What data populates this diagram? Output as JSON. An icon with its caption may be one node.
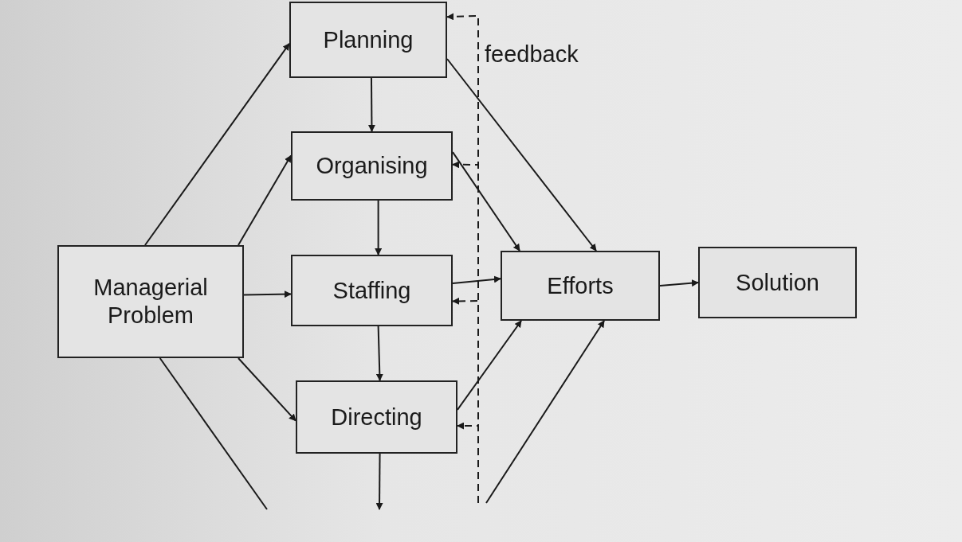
{
  "diagram": {
    "nodes": [
      {
        "text": [
          "Planning"
        ]
      },
      {
        "text": [
          "Organising"
        ]
      },
      {
        "text": [
          "Managerial Problem"
        ]
      },
      {
        "text": [
          "Staffing"
        ]
      },
      {
        "text": [
          "Efforts"
        ]
      },
      {
        "text": [
          "Solution"
        ]
      },
      {
        "text": [
          "Directing"
        ]
      }
    ],
    "edges": [
      {
        "from": 2,
        "to": 0,
        "arrow": "to"
      },
      {
        "from": 2,
        "to": 1,
        "arrow": "to"
      },
      {
        "from": 2,
        "to": 3,
        "arrow": "to"
      },
      {
        "from": 2,
        "to": 6,
        "arrow": "to"
      },
      {
        "from": 2,
        "to": null,
        "arrow": "none"
      },
      {
        "from": 0,
        "to": 1,
        "arrow": "to"
      },
      {
        "from": 1,
        "to": 3,
        "arrow": "to"
      },
      {
        "from": 3,
        "to": 6,
        "arrow": "to"
      },
      {
        "from": 6,
        "to": null,
        "arrow": "to"
      },
      {
        "from": 0,
        "to": 4,
        "arrow": "to"
      },
      {
        "from": 1,
        "to": 4,
        "arrow": "to"
      },
      {
        "from": 3,
        "to": 4,
        "arrow": "to"
      },
      {
        "from": 6,
        "to": 4,
        "arrow": "to"
      },
      {
        "from": null,
        "to": 4,
        "arrow": "to"
      },
      {
        "from": 4,
        "to": 5,
        "arrow": "to"
      },
      {
        "from": null,
        "to": 0,
        "arrow": "to",
        "style": "dashed",
        "label": "feedback"
      },
      {
        "from": null,
        "to": 1,
        "arrow": "to",
        "style": "dashed"
      },
      {
        "from": null,
        "to": 3,
        "arrow": "to",
        "style": "dashed"
      },
      {
        "from": null,
        "to": 6,
        "arrow": "to",
        "style": "dashed"
      }
    ]
  }
}
